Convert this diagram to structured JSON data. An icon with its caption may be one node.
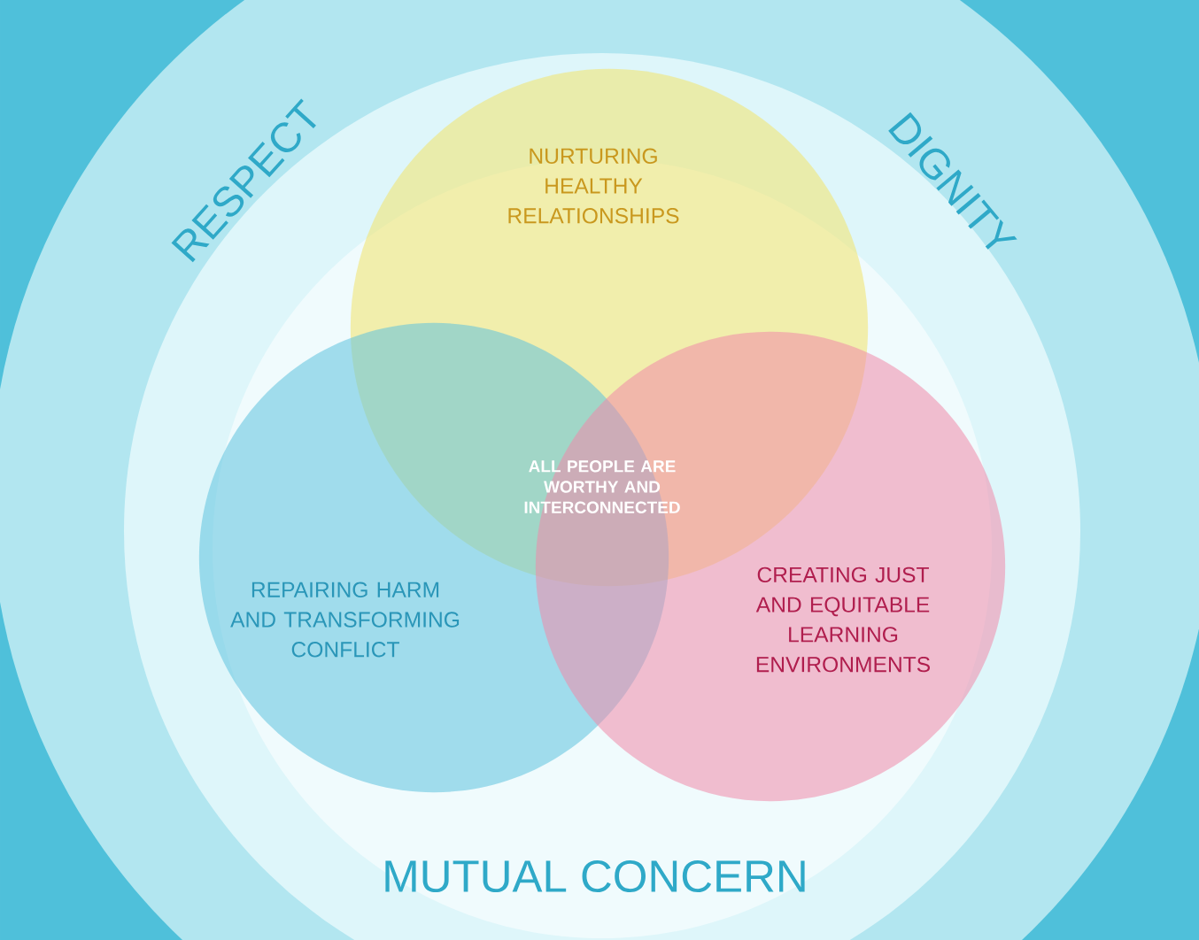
{
  "diagram": {
    "nodes": [
      {
        "text": [
          "RESPECT",
          "DIGNITY",
          "MUTUAL CONCERN"
        ]
      },
      {
        "text": [
          "NURTURING HEALTHY RELATIONSHIPS"
        ],
        "in": 0
      },
      {
        "text": [
          "REPAIRING HARM AND TRANSFORMING CONFLICT"
        ],
        "in": 0
      },
      {
        "text": [
          "CREATING JUST AND EQUITABLE LEARNING ENVIRONMENTS"
        ],
        "in": 0
      }
    ],
    "labels": [
      "ALL PEOPLE ARE WORTHY AND INTERCONNECTED"
    ]
  }
}
